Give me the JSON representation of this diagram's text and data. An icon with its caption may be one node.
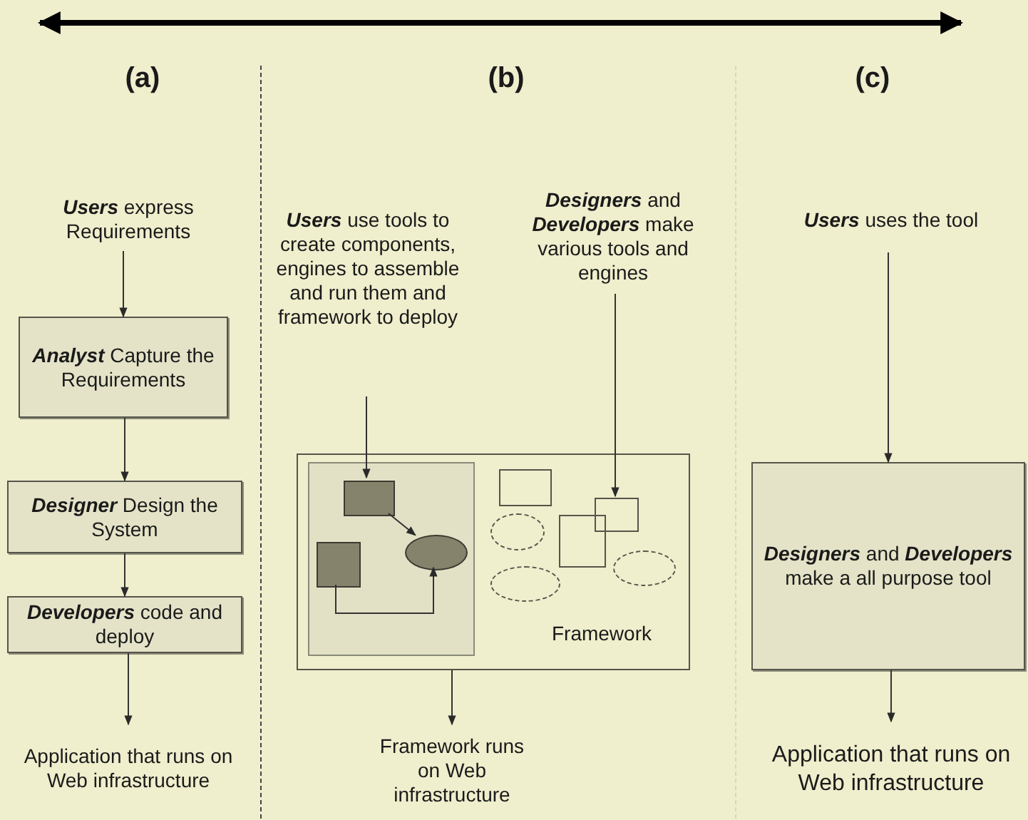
{
  "diagram": {
    "nodes": [
      {
        "text": [
          "**Users** express Requirements"
        ]
      },
      {
        "text": [
          "**Analyst** Capture the Requirements"
        ]
      },
      {
        "text": [
          "**Designer** Design the System"
        ]
      },
      {
        "text": [
          "**Developers** code and deploy"
        ]
      },
      {
        "text": [
          "Application that runs on Web infrastructure"
        ]
      },
      {
        "text": [
          "**Users** use tools to create components, engines to assemble and run them and framework to deploy"
        ]
      },
      {
        "text": [
          "**Designers** and **Developers** make various tools and engines"
        ]
      },
      {
        "text": [
          "Framework"
        ]
      },
      {
        "text": [],
        "shape": "box",
        "in": 7
      },
      {
        "text": [],
        "shape": "box",
        "in": 8
      },
      {
        "text": [],
        "shape": "box",
        "in": 8
      },
      {
        "text": [],
        "shape": "ellipse",
        "in": 8
      },
      {
        "text": [],
        "shape": "box",
        "in": 7
      },
      {
        "text": [],
        "shape": "ellipse",
        "in": 7
      },
      {
        "text": [],
        "shape": "ellipse",
        "in": 7
      },
      {
        "text": [],
        "shape": "box",
        "in": 7
      },
      {
        "text": [],
        "shape": "box",
        "in": 7
      },
      {
        "text": [],
        "shape": "ellipse",
        "in": 7
      },
      {
        "text": [
          "Framework runs on Web infrastructure"
        ]
      },
      {
        "text": [
          "**Users** uses the tool"
        ]
      },
      {
        "text": [
          "**Designers** and **Developers** make a all purpose tool"
        ]
      },
      {
        "text": [
          "Application that runs on Web infrastructure"
        ]
      }
    ],
    "edges": [
      {
        "from": 0,
        "to": 1,
        "arrow": "to"
      },
      {
        "from": 1,
        "to": 2,
        "arrow": "to"
      },
      {
        "from": 2,
        "to": 3,
        "arrow": "to"
      },
      {
        "from": 3,
        "to": 4,
        "arrow": "to"
      },
      {
        "from": 5,
        "to": 9,
        "arrow": "to"
      },
      {
        "from": 9,
        "to": 11,
        "arrow": "to"
      },
      {
        "from": 10,
        "to": 11,
        "arrow": "to"
      },
      {
        "from": 6,
        "to": 16,
        "arrow": "to"
      },
      {
        "from": 7,
        "to": 18,
        "arrow": "to"
      },
      {
        "from": 19,
        "to": 20,
        "arrow": "to"
      },
      {
        "from": 20,
        "to": 21,
        "arrow": "to"
      }
    ],
    "labels": [
      "(a)",
      "(b)",
      "(c)"
    ]
  }
}
